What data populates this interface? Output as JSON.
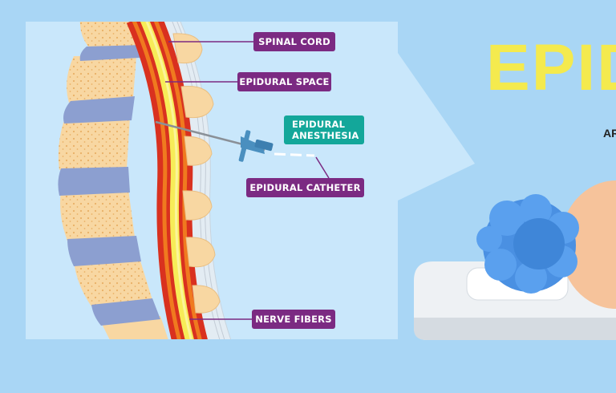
{
  "labels": {
    "spinal_cord": "SPINAL CORD",
    "epidural_space": "EPIDURAL SPACE",
    "epidural_anesthesia_line1": "EPIDURAL",
    "epidural_anesthesia_line2": "ANESTHESIA",
    "epidural_catheter": "EPIDURAL CATHETER",
    "nerve_fibers": "NERVE FIBERS"
  },
  "title": "EPID",
  "subtitle": "AR",
  "colors": {
    "background": "#a9d6f5",
    "panel": "#c9e7fb",
    "label_purple": "#7b2a82",
    "label_teal": "#13a79a",
    "title_yellow": "#f4ea4e",
    "bone": "#f8d7a2",
    "disc": "#8c9fd0",
    "dura_red": "#d9311f",
    "epidural_orange": "#f07a1f",
    "cord_yellow": "#f7ec58",
    "cap_blue": "#4a90e2"
  }
}
